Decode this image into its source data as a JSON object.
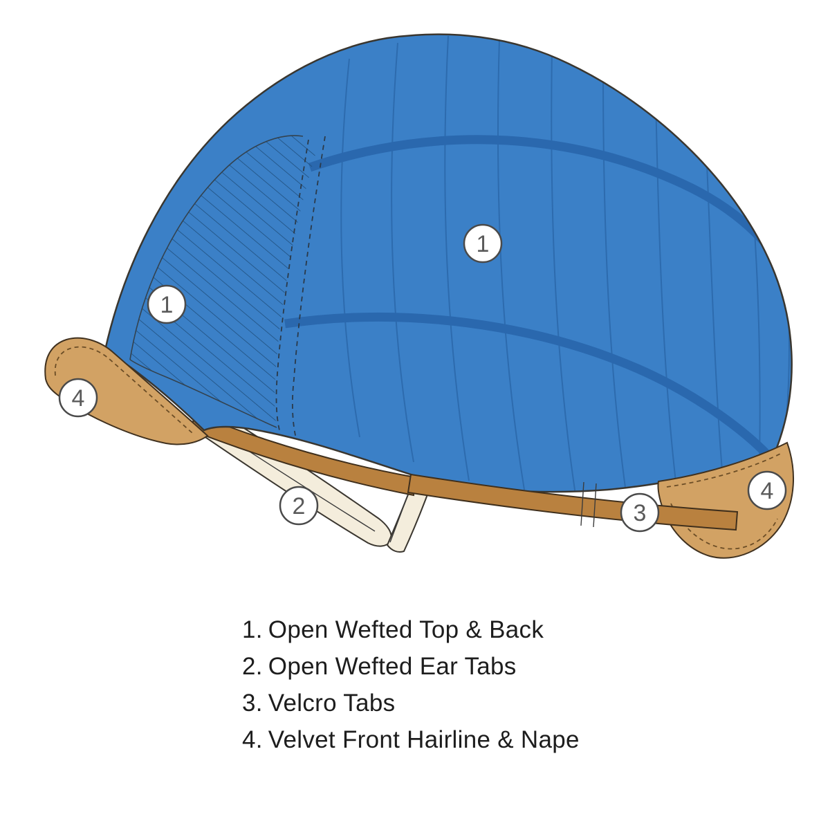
{
  "colors": {
    "background": "#ffffff",
    "cap_blue": "#3b80c7",
    "cap_blue_dark": "#2a68ae",
    "velvet_tan": "#d2a264",
    "strap_brown": "#b9813f",
    "ear_tab_cream": "#f4eddc",
    "outline": "#3a362f"
  },
  "callouts": [
    {
      "number": "1",
      "area": "open-wefted-top-back"
    },
    {
      "number": "1",
      "area": "open-wefted-front-section"
    },
    {
      "number": "2",
      "area": "open-wefted-ear-tab"
    },
    {
      "number": "3",
      "area": "velcro-tab"
    },
    {
      "number": "4",
      "area": "velvet-front-hairline"
    },
    {
      "number": "4",
      "area": "velvet-nape"
    }
  ],
  "legend": {
    "items": [
      {
        "number": "1.",
        "label": "Open Wefted Top & Back"
      },
      {
        "number": "2.",
        "label": "Open Wefted Ear Tabs"
      },
      {
        "number": "3.",
        "label": "Velcro Tabs"
      },
      {
        "number": "4.",
        "label": "Velvet Front Hairline & Nape"
      }
    ]
  }
}
